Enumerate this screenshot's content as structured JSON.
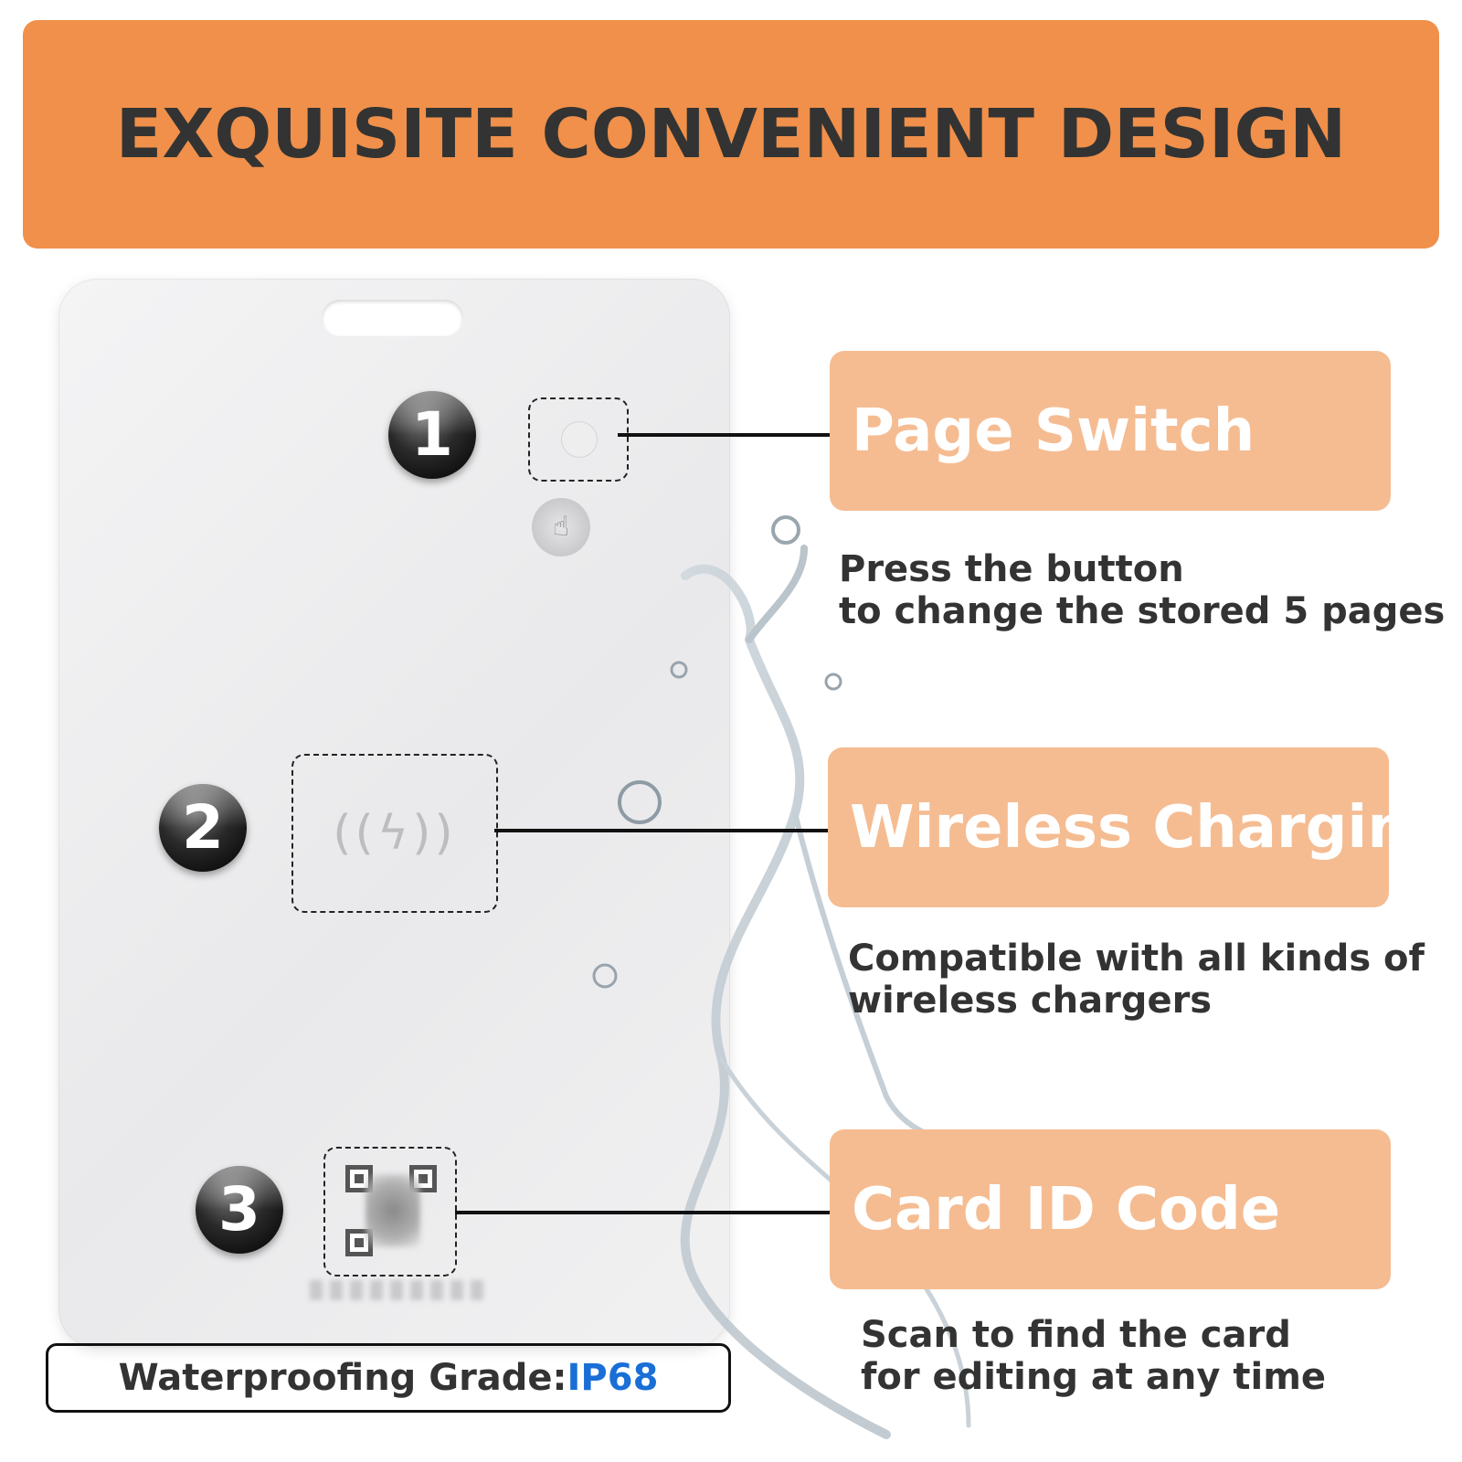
{
  "banner": {
    "title": "EXQUISITE CONVENIENT DESIGN"
  },
  "features": [
    {
      "number": "1",
      "label": "Page Switch",
      "description_line1": "Press the button",
      "description_line2": "to change the stored 5 pages"
    },
    {
      "number": "2",
      "label": "Wireless Charging",
      "description_line1": "Compatible with all kinds of",
      "description_line2": "wireless chargers"
    },
    {
      "number": "3",
      "label": "Card ID Code",
      "description_line1": "Scan to find the card",
      "description_line2": "for editing at any time"
    }
  ],
  "waterproof": {
    "label": "Waterproofing Grade: ",
    "value": "IP68"
  },
  "icons": {
    "button": "hand-press-icon",
    "charging": "wireless-charging-icon",
    "qr": "qr-code-icon"
  },
  "colors": {
    "banner": "#f0904a",
    "label_box": "#f5bc92",
    "grade_value": "#1a6fd6",
    "text_dark": "#333333"
  }
}
